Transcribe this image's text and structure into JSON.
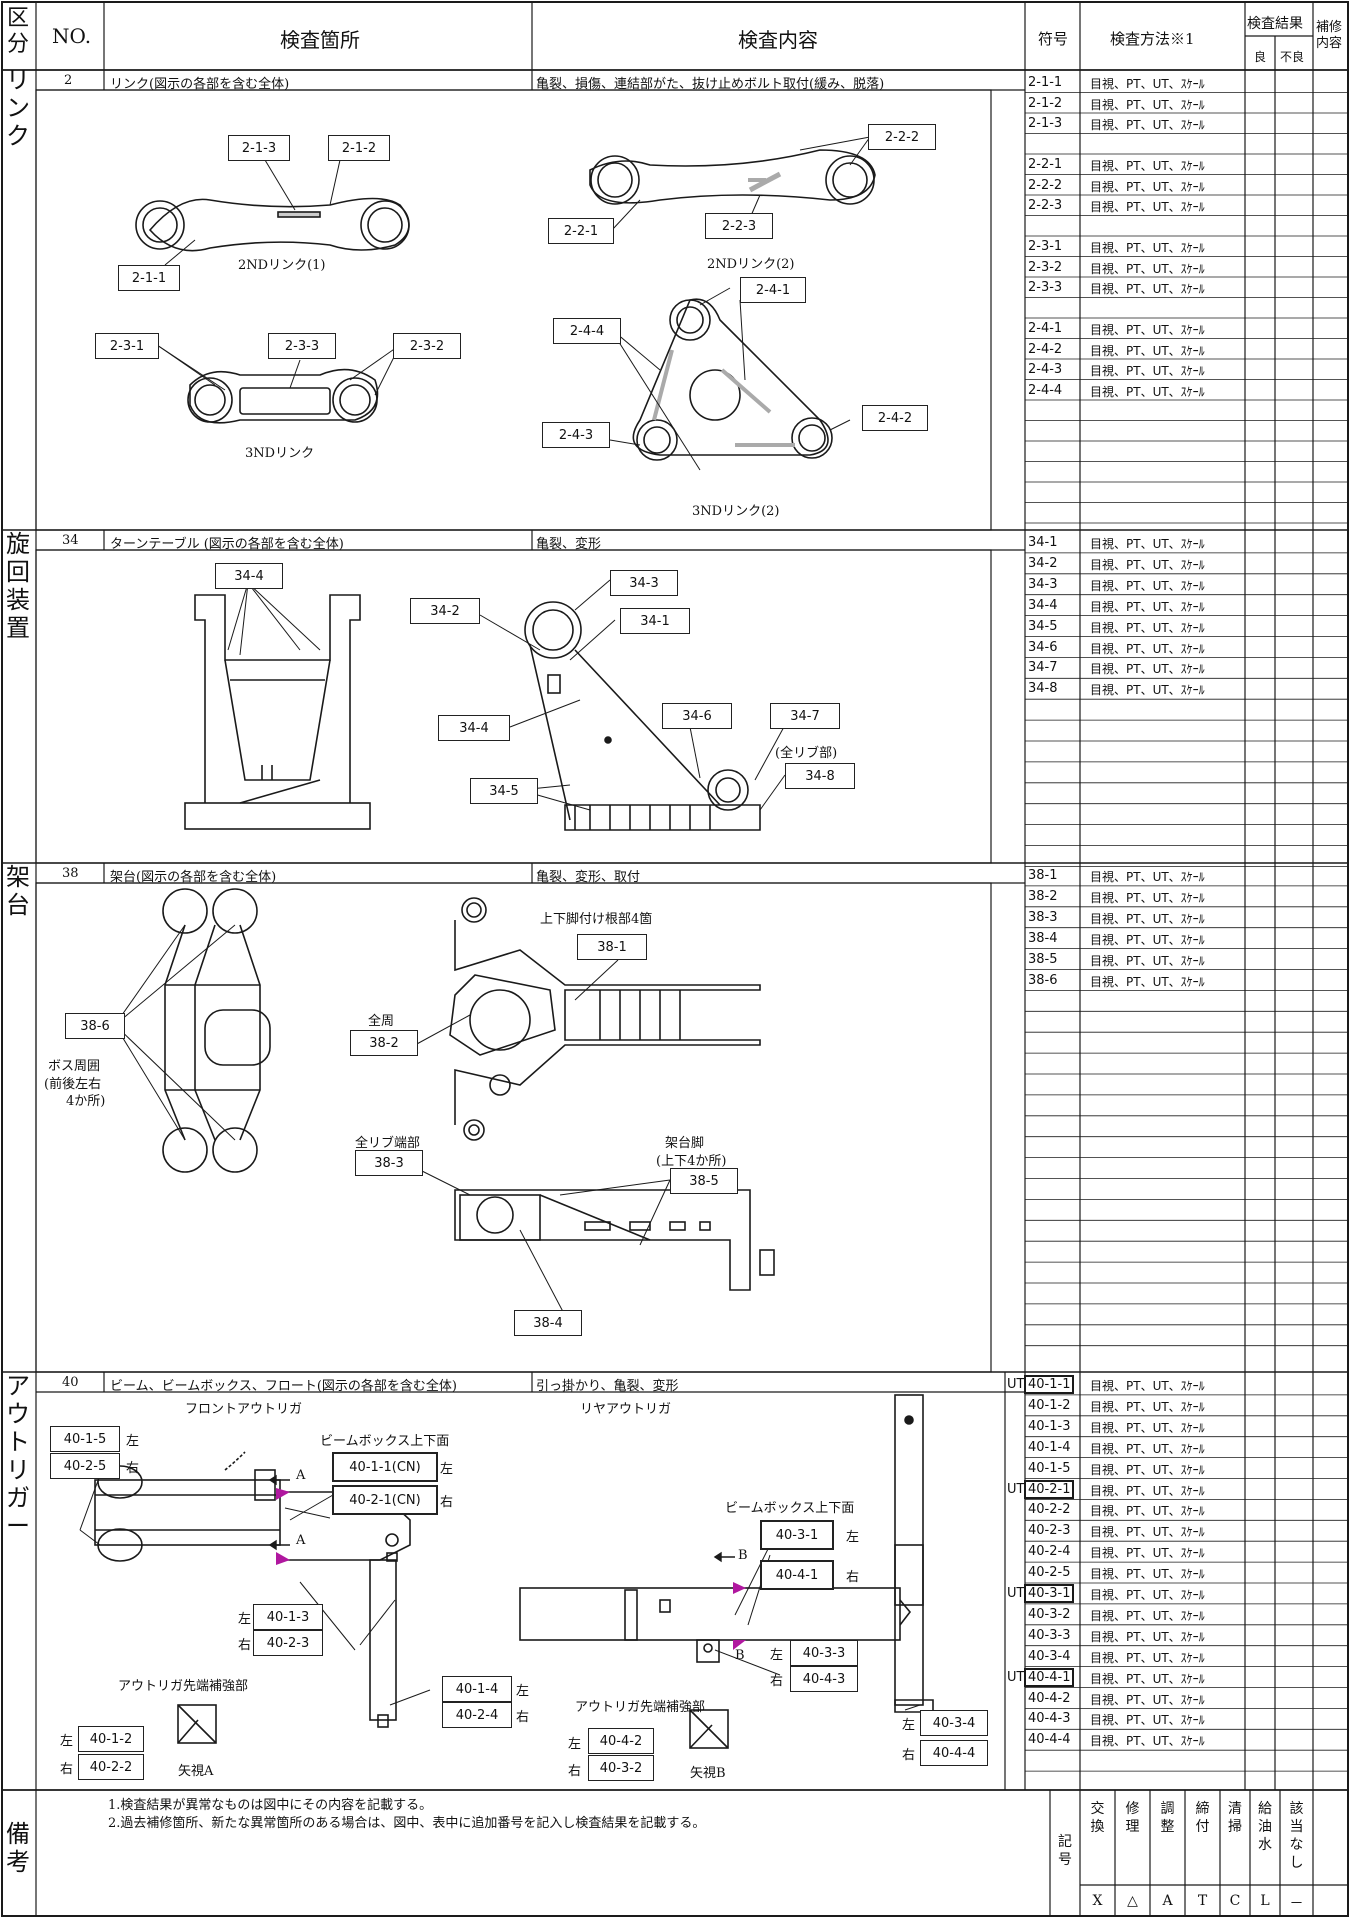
{
  "header": {
    "category": "区分",
    "no": "NO.",
    "location": "検査箇所",
    "content": "検査内容",
    "symbol": "符号",
    "method": "検査方法※1",
    "result": "検査結果",
    "good": "良",
    "bad": "不良",
    "repair": "補修内容"
  },
  "sections": [
    {
      "category": "リンク",
      "no": "2",
      "location": "リンク(図示の各部を含む全体)",
      "content": "亀裂、損傷、連結部がた、抜け止めボルト取付(緩み、脱落)",
      "rows": [
        {
          "code": "2-1-1",
          "method": "目視、PT、UT、ｽｹｰﾙ"
        },
        {
          "code": "2-1-2",
          "method": "目視、PT、UT、ｽｹｰﾙ"
        },
        {
          "code": "2-1-3",
          "method": "目視、PT、UT、ｽｹｰﾙ"
        },
        {
          "code": "",
          "method": ""
        },
        {
          "code": "2-2-1",
          "method": "目視、PT、UT、ｽｹｰﾙ"
        },
        {
          "code": "2-2-2",
          "method": "目視、PT、UT、ｽｹｰﾙ"
        },
        {
          "code": "2-2-3",
          "method": "目視、PT、UT、ｽｹｰﾙ"
        },
        {
          "code": "",
          "method": ""
        },
        {
          "code": "2-3-1",
          "method": "目視、PT、UT、ｽｹｰﾙ"
        },
        {
          "code": "2-3-2",
          "method": "目視、PT、UT、ｽｹｰﾙ"
        },
        {
          "code": "2-3-3",
          "method": "目視、PT、UT、ｽｹｰﾙ"
        },
        {
          "code": "",
          "method": ""
        },
        {
          "code": "2-4-1",
          "method": "目視、PT、UT、ｽｹｰﾙ"
        },
        {
          "code": "2-4-2",
          "method": "目視、PT、UT、ｽｹｰﾙ"
        },
        {
          "code": "2-4-3",
          "method": "目視、PT、UT、ｽｹｰﾙ"
        },
        {
          "code": "2-4-4",
          "method": "目視、PT、UT、ｽｹｰﾙ"
        },
        {
          "code": "",
          "method": ""
        },
        {
          "code": "",
          "method": ""
        },
        {
          "code": "",
          "method": ""
        },
        {
          "code": "",
          "method": ""
        },
        {
          "code": "",
          "method": ""
        },
        {
          "code": "",
          "method": ""
        }
      ],
      "figure_labels": [
        "2-1-3",
        "2-1-2",
        "2-1-1",
        "2NDリンク(1)",
        "2-2-2",
        "2-2-1",
        "2-2-3",
        "2NDリンク(2)",
        "2-3-1",
        "2-3-3",
        "2-3-2",
        "3NDリンク",
        "2-4-1",
        "2-4-4",
        "2-4-3",
        "2-4-2",
        "3NDリンク(2)"
      ]
    },
    {
      "category": "旋回装置",
      "no": "34",
      "location": "ターンテーブル (図示の各部を含む全体)",
      "content": "亀裂、変形",
      "rows": [
        {
          "code": "34-1",
          "method": "目視、PT、UT、ｽｹｰﾙ"
        },
        {
          "code": "34-2",
          "method": "目視、PT、UT、ｽｹｰﾙ"
        },
        {
          "code": "34-3",
          "method": "目視、PT、UT、ｽｹｰﾙ"
        },
        {
          "code": "34-4",
          "method": "目視、PT、UT、ｽｹｰﾙ"
        },
        {
          "code": "34-5",
          "method": "目視、PT、UT、ｽｹｰﾙ"
        },
        {
          "code": "34-6",
          "method": "目視、PT、UT、ｽｹｰﾙ"
        },
        {
          "code": "34-7",
          "method": "目視、PT、UT、ｽｹｰﾙ"
        },
        {
          "code": "34-8",
          "method": "目視、PT、UT、ｽｹｰﾙ"
        },
        {
          "code": "",
          "method": ""
        },
        {
          "code": "",
          "method": ""
        },
        {
          "code": "",
          "method": ""
        },
        {
          "code": "",
          "method": ""
        },
        {
          "code": "",
          "method": ""
        },
        {
          "code": "",
          "method": ""
        },
        {
          "code": "",
          "method": ""
        },
        {
          "code": "",
          "method": ""
        }
      ],
      "figure_labels": [
        "34-4",
        "34-3",
        "34-2",
        "34-1",
        "34-4",
        "34-6",
        "34-7",
        "(全リブ部)",
        "34-8",
        "34-5"
      ]
    },
    {
      "category": "架台",
      "no": "38",
      "location": "架台(図示の各部を含む全体)",
      "content": "亀裂、変形、取付",
      "rows": [
        {
          "code": "38-1",
          "method": "目視、PT、UT、ｽｹｰﾙ"
        },
        {
          "code": "38-2",
          "method": "目視、PT、UT、ｽｹｰﾙ"
        },
        {
          "code": "38-3",
          "method": "目視、PT、UT、ｽｹｰﾙ"
        },
        {
          "code": "38-4",
          "method": "目視、PT、UT、ｽｹｰﾙ"
        },
        {
          "code": "38-5",
          "method": "目視、PT、UT、ｽｹｰﾙ"
        },
        {
          "code": "38-6",
          "method": "目視、PT、UT、ｽｹｰﾙ"
        },
        {
          "code": "",
          "method": ""
        },
        {
          "code": "",
          "method": ""
        },
        {
          "code": "",
          "method": ""
        },
        {
          "code": "",
          "method": ""
        },
        {
          "code": "",
          "method": ""
        },
        {
          "code": "",
          "method": ""
        },
        {
          "code": "",
          "method": ""
        },
        {
          "code": "",
          "method": ""
        },
        {
          "code": "",
          "method": ""
        },
        {
          "code": "",
          "method": ""
        },
        {
          "code": "",
          "method": ""
        },
        {
          "code": "",
          "method": ""
        },
        {
          "code": "",
          "method": ""
        },
        {
          "code": "",
          "method": ""
        },
        {
          "code": "",
          "method": ""
        },
        {
          "code": "",
          "method": ""
        },
        {
          "code": "",
          "method": ""
        }
      ],
      "figure_labels": [
        "上下脚付け根部4箇",
        "38-1",
        "全周",
        "38-2",
        "38-6",
        "ボス周囲",
        "(前後左右",
        "4か所)",
        "全リブ端部",
        "38-3",
        "架台脚",
        "(上下4か所)",
        "38-5",
        "38-4"
      ]
    },
    {
      "category": "アウトリガー",
      "no": "40",
      "location": "ビーム、ビームボックス、フロート(図示の各部を含む全体)",
      "content": "引っ掛かり、亀裂、変形",
      "content_tail": "UT",
      "rows": [
        {
          "code": "40-1-1",
          "method": "目視、PT、UT、ｽｹｰﾙ",
          "ut": "",
          "boxed": true
        },
        {
          "code": "40-1-2",
          "method": "目視、PT、UT、ｽｹｰﾙ",
          "ut": ""
        },
        {
          "code": "40-1-3",
          "method": "目視、PT、UT、ｽｹｰﾙ",
          "ut": ""
        },
        {
          "code": "40-1-4",
          "method": "目視、PT、UT、ｽｹｰﾙ",
          "ut": ""
        },
        {
          "code": "40-1-5",
          "method": "目視、PT、UT、ｽｹｰﾙ",
          "ut": ""
        },
        {
          "code": "40-2-1",
          "method": "目視、PT、UT、ｽｹｰﾙ",
          "ut": "UT",
          "boxed": true
        },
        {
          "code": "40-2-2",
          "method": "目視、PT、UT、ｽｹｰﾙ",
          "ut": ""
        },
        {
          "code": "40-2-3",
          "method": "目視、PT、UT、ｽｹｰﾙ",
          "ut": ""
        },
        {
          "code": "40-2-4",
          "method": "目視、PT、UT、ｽｹｰﾙ",
          "ut": ""
        },
        {
          "code": "40-2-5",
          "method": "目視、PT、UT、ｽｹｰﾙ",
          "ut": ""
        },
        {
          "code": "40-3-1",
          "method": "目視、PT、UT、ｽｹｰﾙ",
          "ut": "UT",
          "boxed": true
        },
        {
          "code": "40-3-2",
          "method": "目視、PT、UT、ｽｹｰﾙ",
          "ut": ""
        },
        {
          "code": "40-3-3",
          "method": "目視、PT、UT、ｽｹｰﾙ",
          "ut": ""
        },
        {
          "code": "40-3-4",
          "method": "目視、PT、UT、ｽｹｰﾙ",
          "ut": ""
        },
        {
          "code": "40-4-1",
          "method": "目視、PT、UT、ｽｹｰﾙ",
          "ut": "UT",
          "boxed": true
        },
        {
          "code": "40-4-2",
          "method": "目視、PT、UT、ｽｹｰﾙ",
          "ut": ""
        },
        {
          "code": "40-4-3",
          "method": "目視、PT、UT、ｽｹｰﾙ",
          "ut": ""
        },
        {
          "code": "40-4-4",
          "method": "目視、PT、UT、ｽｹｰﾙ",
          "ut": ""
        },
        {
          "code": "",
          "method": "",
          "ut": ""
        }
      ],
      "figure_labels": {
        "front": "フロントアウトリガ",
        "rear": "リヤアウトリガ",
        "beambox_top": "ビームボックス上下面",
        "beambox_top2": "ビームボックス上下面",
        "left": "左",
        "right": "右",
        "arrow_a": "A",
        "arrow_b": "B",
        "tip_reinforce": "アウトリガ先端補強部",
        "view_a": "矢視A",
        "view_b": "矢視B",
        "codes": [
          "40-1-5",
          "40-2-5",
          "40-1-1(CN)",
          "40-2-1(CN)",
          "40-1-3",
          "40-2-3",
          "40-1-4",
          "40-2-4",
          "40-1-2",
          "40-2-2",
          "40-3-1",
          "40-4-1",
          "40-3-3",
          "40-4-3",
          "40-3-4",
          "40-4-4",
          "40-4-2",
          "40-3-2"
        ]
      }
    }
  ],
  "remarks": {
    "label": "備考",
    "lines": [
      "1.検査結果が異常なものは図中にその内容を記載する。",
      "2.過去補修箇所、新たな異常箇所のある場合は、図中、表中に追加番号を記入し検査結果を記載する。"
    ]
  },
  "legend": {
    "label": "記号",
    "items": [
      {
        "name": "交換",
        "symbol": "X"
      },
      {
        "name": "修理",
        "symbol": "△"
      },
      {
        "name": "調整",
        "symbol": "A"
      },
      {
        "name": "締付",
        "symbol": "T"
      },
      {
        "name": "清掃",
        "symbol": "C"
      },
      {
        "name": "給油水",
        "symbol": "L"
      },
      {
        "name": "該当なし",
        "symbol": "－"
      }
    ]
  },
  "colors": {
    "line": "#1a1a1a",
    "marker": "#b0179f"
  }
}
